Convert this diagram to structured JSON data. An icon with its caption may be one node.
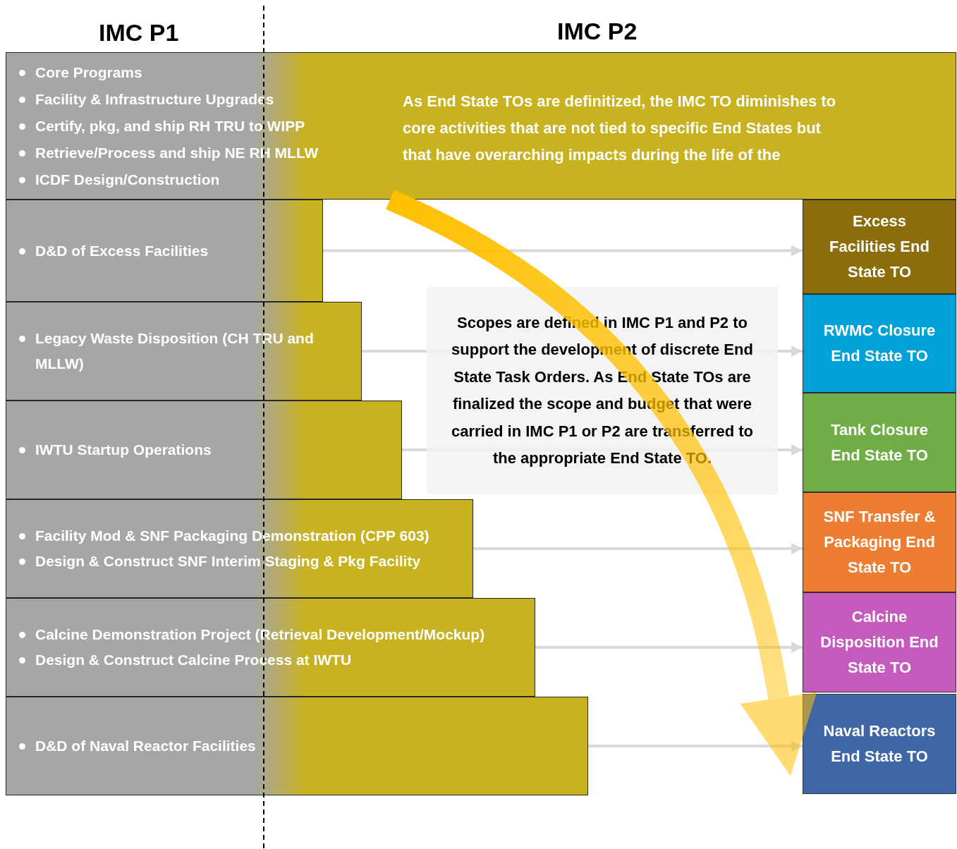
{
  "diagram": {
    "nodes": [
      {
        "text": [
          "Core Programs",
          "Facility & Infrastructure Upgrades",
          "Certify, pkg, and ship RH TRU to WIPP",
          "Retrieve/Process and ship NE RH MLLW",
          "ICDF Design/Construction",
          "As End State TOs are definitized, the IMC TO diminishes to core activities that are not tied to specific End States but that have overarching impacts during the life of the"
        ]
      },
      {
        "text": [
          "D&D of Excess Facilities"
        ]
      },
      {
        "text": [
          "Legacy Waste Disposition (CH TRU and MLLW)"
        ]
      },
      {
        "text": [
          "IWTU Startup Operations"
        ]
      },
      {
        "text": [
          "Facility Mod & SNF Packaging Demonstration (CPP 603)",
          "Design & Construct SNF Interim Staging & Pkg Facility"
        ]
      },
      {
        "text": [
          "Calcine Demonstration Project (Retrieval Development/Mockup)",
          "Design & Construct Calcine Process at IWTU"
        ]
      },
      {
        "text": [
          "D&D of Naval Reactor Facilities"
        ]
      },
      {
        "text": [
          "Excess Facilities End State TO"
        ]
      },
      {
        "text": [
          "RWMC Closure End State TO"
        ]
      },
      {
        "text": [
          "Tank Closure End State TO"
        ]
      },
      {
        "text": [
          "SNF Transfer & Packaging End State TO"
        ]
      },
      {
        "text": [
          "Calcine Disposition End State TO"
        ]
      },
      {
        "text": [
          "Naval Reactors End State TO"
        ]
      }
    ],
    "edges": [
      {
        "from": 1,
        "to": 7,
        "arrow": "to"
      },
      {
        "from": 2,
        "to": 8,
        "arrow": "to"
      },
      {
        "from": 3,
        "to": 9,
        "arrow": "to"
      },
      {
        "from": 4,
        "to": 10,
        "arrow": "to"
      },
      {
        "from": 5,
        "to": 11,
        "arrow": "to"
      },
      {
        "from": 6,
        "to": 12,
        "arrow": "to"
      },
      {
        "from": 0,
        "to": 12,
        "arrow": "to",
        "style": "thick",
        "color": "#ffc000"
      }
    ],
    "labels": [
      "IMC P1",
      "IMC P2",
      "Scopes are defined in IMC P1 and P2 to support the development of discrete End State Task Orders. As End State TOs are finalized the scope and budget that were carried in IMC P1 or P2 are transferred to the appropriate End State TO."
    ]
  }
}
